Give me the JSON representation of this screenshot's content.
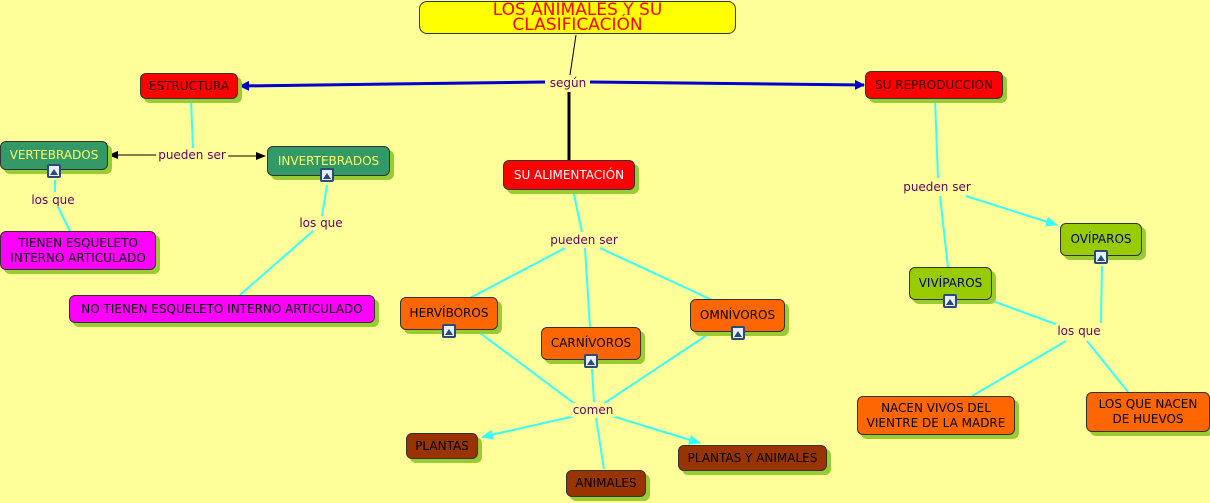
{
  "title": "LOS ANIMALES Y SU CLASIFICACIÓN",
  "nodes": {
    "estructura": "ESTRUCTURA",
    "reproduccion": "SU REPRODUCCIÓN",
    "alimentacion": "SU ALIMENTACIÓN",
    "vertebrados": "VERTEBRADOS",
    "invertebrados": "INVERTEBRADOS",
    "tienen_esqueleto": "TIENEN ESQUELETO INTERNO ARTICULADO",
    "no_tienen_esqueleto": "NO TIENEN ESQUELETO INTERNO ARTICULADO",
    "herviboros": "HERVÍBOROS",
    "carnivoros": "CARNÍVOROS",
    "omnivoros": "OMNÍVOROS",
    "plantas": "PLANTAS",
    "animales": "ANIMALES",
    "plantas_y_animales": "PLANTAS Y ANIMALES",
    "oviparos": "OVÍPAROS",
    "viviparos": "VIVÍPAROS",
    "nacen_vivos": "NACEN VIVOS DEL VIENTRE DE LA MADRE",
    "nacen_huevos": "LOS QUE NACEN DE HUEVOS"
  },
  "labels": {
    "segun": "según",
    "pueden_ser_estructura": "pueden ser",
    "los_que_vert": "los que",
    "los_que_invert": "los que",
    "pueden_ser_alim": "pueden ser",
    "comen": "comen",
    "pueden_ser_repro": "pueden ser",
    "los_que_repro": "los que"
  },
  "colors": {
    "link_cyan": "#33ffff",
    "arrow_blue": "#0000cc",
    "background": "#ffff99"
  }
}
